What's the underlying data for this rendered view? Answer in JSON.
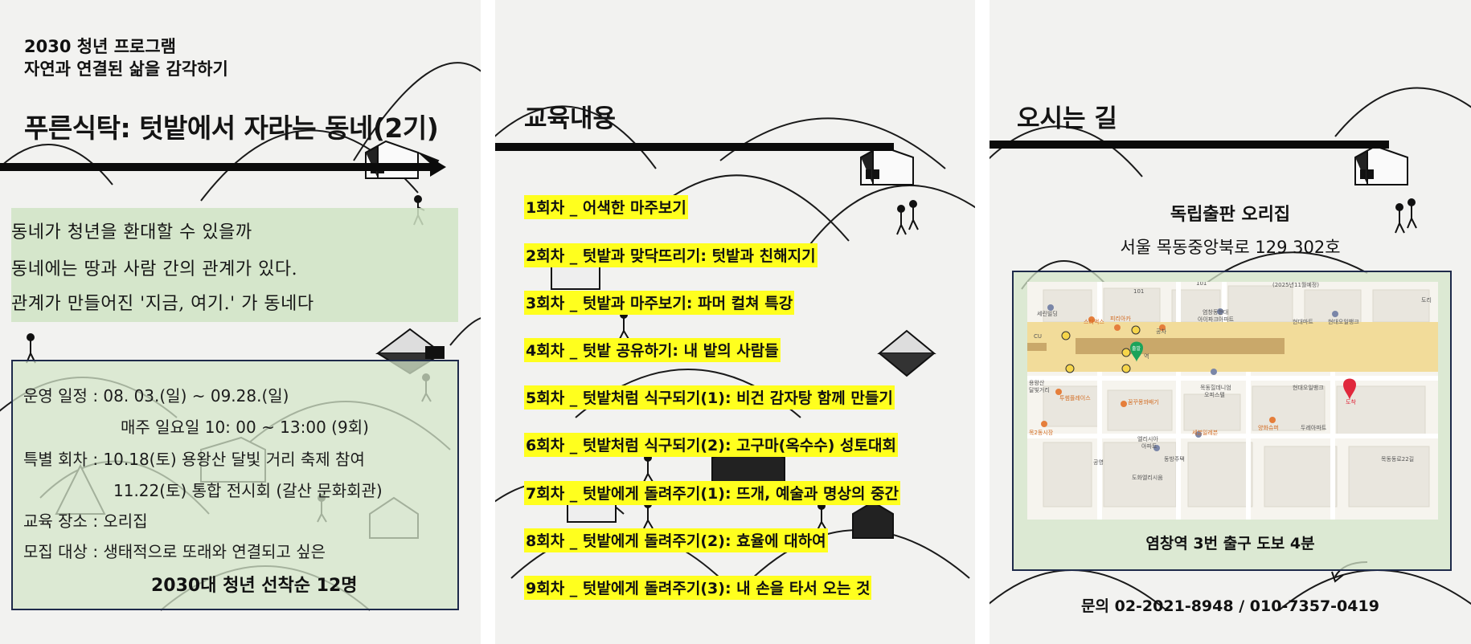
{
  "panel1": {
    "program_line1": "2030 청년 프로그램",
    "program_line2": "자연과 연결된 삶을 감각하기",
    "title": "푸른식탁: 텃밭에서 자라는 동네(2기)",
    "note_lines": [
      "동네가 청년을 환대할 수 있을까",
      "동네에는 땅과 사람 간의 관계가 있다.",
      "관계가 만들어진 '지금, 여기.' 가 동네다"
    ],
    "info": {
      "schedule": "운영  일정 : 08. 03.(일) ~ 09.28.(일)",
      "schedule_weekly": "매주 일요일 10: 00 ~ 13:00 (9회)",
      "special1": "특별 회차 : 10.18(토) 용왕산 달빛 거리 축제 참여",
      "special2": "11.22(토) 통합 전시회 (갈산 문화회관)",
      "place": "교육 장소 :  오리집",
      "target": "모집 대상 : 생태적으로 또래와 연결되고 싶은",
      "target_highlight": "2030대 청년  선착순 12명"
    }
  },
  "panel2": {
    "heading": "교육내용",
    "sessions": [
      "1회차 _ 어색한 마주보기",
      "2회차 _ 텃밭과 맞닥뜨리기: 텃밭과 친해지기",
      "3회차 _ 텃밭과 마주보기: 파머 컬쳐 특강",
      "4회차 _ 텃밭 공유하기: 내 밭의 사람들",
      "5회차 _ 텃밭처럼 식구되기(1): 비건 감자탕 함께 만들기",
      "6회차 _ 텃밭처럼 식구되기(2): 고구마(옥수수) 성토대회",
      "7회차 _ 텃밭에게 돌려주기(1): 뜨개, 예술과 명상의 중간",
      "8회차 _ 텃밭에게 돌려주기(2): 효율에 대하여",
      "9회차 _ 텃밭에게 돌려주기(3): 내 손을 타서 오는 것"
    ]
  },
  "panel3": {
    "heading": "오시는 길",
    "place_name": "독립출판 오리집",
    "address": "서울 목동중앙북로 129 302호",
    "map_labels": {
      "m1": "101",
      "m2": "101",
      "m3": "(2025년11월예정)",
      "m4": "도리",
      "m5": "세린빌딩",
      "m6": "스타벅스",
      "m7": "피리아카",
      "m8": "염창동현대",
      "m9": "아이파크아파트",
      "m10": "현대마트",
      "m11": "현대오일뱅크",
      "m12": "CU",
      "m13": "공차",
      "m14": "출발",
      "m15": "역",
      "m16": "용왕산",
      "m17": "달빛거리",
      "m18": "투썸플레이스",
      "m19": "꿈꾸몽꽈배기",
      "m20": "목동힐데니엄",
      "m21": "오피스텔",
      "m22": "현대오일뱅크",
      "m23": "도착",
      "m24": "목2동시장",
      "m25": "세븐일레븐",
      "m26": "양화슈퍼",
      "m27": "두레아파트",
      "m28": "엘리시아",
      "m29": "아파트",
      "m30": "동방주택",
      "m31": "공영",
      "m32": "도화엘리시움",
      "m33": "목동동로22길"
    },
    "map_caption": "염창역 3번 출구 도보 4분",
    "contact": "문의 02-2021-8948 / 010-7357-0419"
  },
  "colors": {
    "highlight": "#ffff1e",
    "note_green": "#d0e4c4",
    "box_border": "#1e2a4a",
    "map_road": "#f2dc9a",
    "map_rail": "#c9a86a",
    "pin_green": "#1aa35a",
    "pin_red": "#e0283c"
  },
  "icons": {
    "house": "house-icon",
    "hiker": "hiker-icon",
    "pin": "map-pin-icon"
  }
}
